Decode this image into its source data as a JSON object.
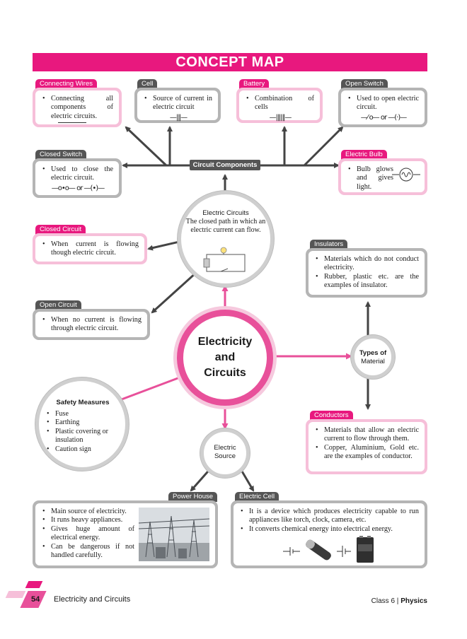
{
  "banner": {
    "title": "CONCEPT MAP"
  },
  "connecting_wires": {
    "label": "Connecting Wires",
    "items": [
      "Connecting all components of electric circuits."
    ]
  },
  "cell": {
    "label": "Cell",
    "items": [
      "Source of current in electric circuit"
    ],
    "symbol": "—|‖—"
  },
  "battery": {
    "label": "Battery",
    "items": [
      "Combination of cells"
    ],
    "symbol": "—|‖|‖—"
  },
  "open_switch": {
    "label": "Open Switch",
    "items": [
      "Used to open electric circuit."
    ],
    "symbol": "—⁄ o— or —(·)—"
  },
  "closed_switch": {
    "label": "Closed Switch",
    "items": [
      "Used to close the electric circuit."
    ],
    "symbol": "—o•o— or —(•)—"
  },
  "electric_bulb": {
    "label": "Electric Bulb",
    "items": [
      "Bulb glows and gives light."
    ]
  },
  "circuit_components": {
    "label": "Circuit Components"
  },
  "electric_circuits": {
    "title": "Electric Circuits",
    "text": "The closed path in which an electric current can flow."
  },
  "closed_circuit": {
    "label": "Closed Circuit",
    "items": [
      "When current is flowing though electric circuit."
    ]
  },
  "open_circuit": {
    "label": "Open Circuit",
    "items": [
      "When no current is flowing through electric circuit."
    ]
  },
  "insulators": {
    "label": "Insulators",
    "items": [
      "Materials which do not conduct electricity.",
      "Rubber, plastic etc. are the examples of insulator."
    ]
  },
  "center": {
    "line1": "Electricity",
    "line2": "and",
    "line3": "Circuits"
  },
  "types_of_material": {
    "line1": "Types of",
    "line2": "Material"
  },
  "safety": {
    "title": "Safety Measures",
    "items": [
      "Fuse",
      "Earthing",
      "Plastic covering or insulation",
      "Caution sign"
    ]
  },
  "conductors": {
    "label": "Conductors",
    "items": [
      "Materials that allow an electric current to flow through them.",
      "Copper, Aluminium, Gold etc. are the examples of conductor."
    ]
  },
  "electric_source": {
    "line1": "Electric",
    "line2": "Source"
  },
  "power_house": {
    "label": "Power House",
    "items": [
      "Main source of electricity.",
      "It runs heavy appliances.",
      "Gives huge amount of electrical energy.",
      "Can be dangerous if not handled carefully."
    ]
  },
  "electric_cell": {
    "label": "Electric Cell",
    "items": [
      "It is a device which produces electricity capable to run appliances like torch, clock, camera, etc.",
      "It converts chemical energy into electrical energy."
    ]
  },
  "footer": {
    "page": "54",
    "chapter": "Electricity and Circuits",
    "class_label": "Class 6 |",
    "subject": "Physics"
  },
  "colors": {
    "pink": "#e8187e",
    "light_pink": "#f6bfd9",
    "grey": "#555555"
  }
}
